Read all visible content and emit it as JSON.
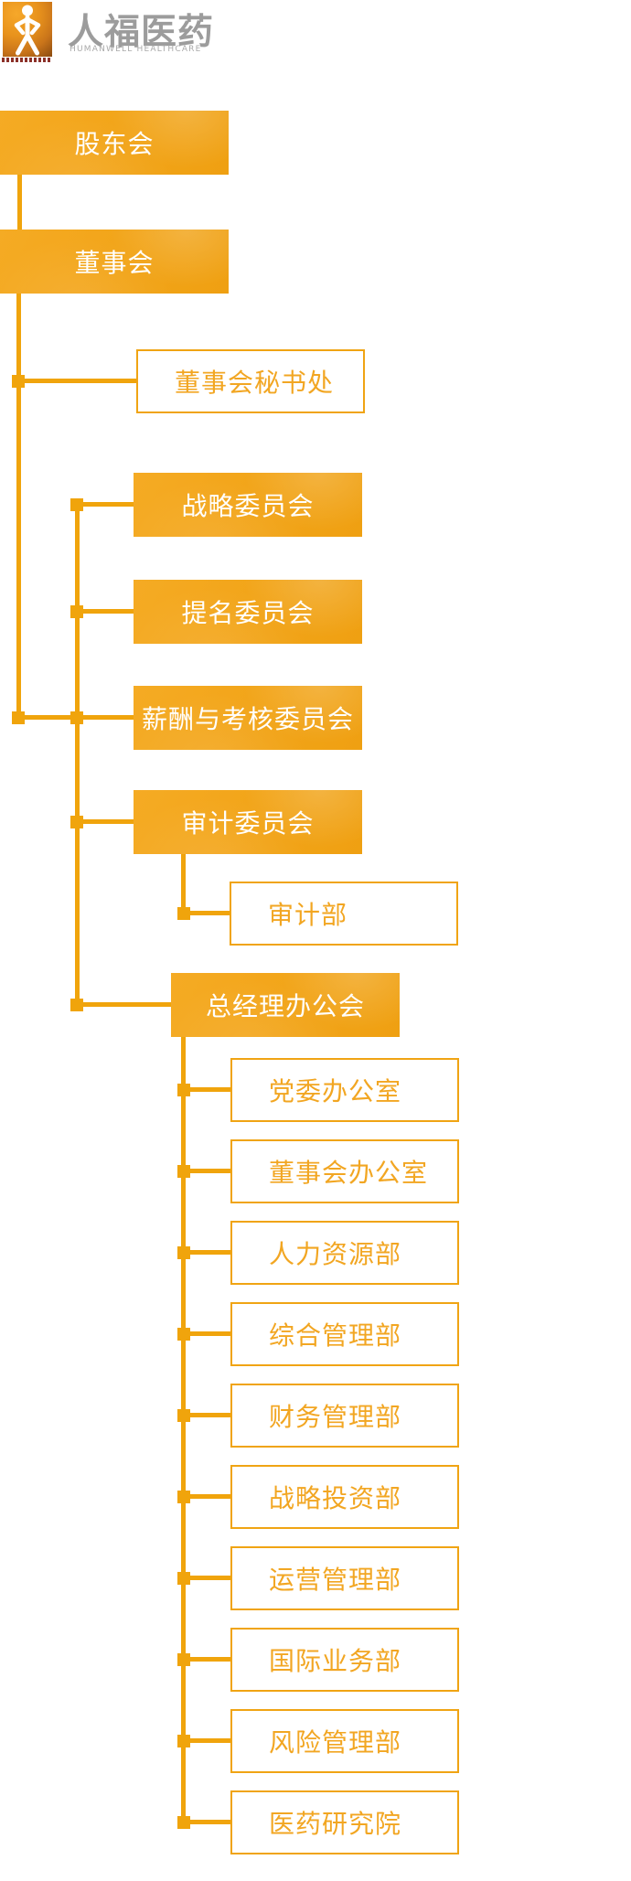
{
  "logo": {
    "icon": "person-icon",
    "brand_cn": "人福医药",
    "brand_en": "HUMANWELL HEALTHCARE"
  },
  "colors": {
    "accent": "#F0A40C",
    "filled_box_gradient_start": "#F5AB24",
    "filled_box_gradient_end": "#EFA012",
    "filled_box_text": "#FFFFFF",
    "outlined_box_border": "#F0A413",
    "outlined_box_text": "#F2A622",
    "brand_text_gray": "#9C9C9C",
    "logo_caption_red": "#8B3028"
  },
  "org_chart": {
    "boxes": [
      {
        "id": "shareholders",
        "label": "股东会",
        "style": "filled",
        "parent": null
      },
      {
        "id": "board",
        "label": "董事会",
        "style": "filled",
        "parent": "shareholders"
      },
      {
        "id": "board-secretariat",
        "label": "董事会秘书处",
        "style": "outlined",
        "parent": "board"
      },
      {
        "id": "strategy-committee",
        "label": "战略委员会",
        "style": "filled",
        "parent": "board"
      },
      {
        "id": "nomination-committee",
        "label": "提名委员会",
        "style": "filled",
        "parent": "board"
      },
      {
        "id": "remuneration-committee",
        "label": "薪酬与考核委员会",
        "style": "filled",
        "parent": "board"
      },
      {
        "id": "audit-committee",
        "label": "审计委员会",
        "style": "filled",
        "parent": "board"
      },
      {
        "id": "audit-dept",
        "label": "审计部",
        "style": "outlined",
        "parent": "audit-committee"
      },
      {
        "id": "gm-office-meeting",
        "label": "总经理办公会",
        "style": "filled",
        "parent": "board"
      },
      {
        "id": "party-office",
        "label": "党委办公室",
        "style": "outlined",
        "parent": "gm-office-meeting"
      },
      {
        "id": "board-office",
        "label": "董事会办公室",
        "style": "outlined",
        "parent": "gm-office-meeting"
      },
      {
        "id": "hr-dept",
        "label": "人力资源部",
        "style": "outlined",
        "parent": "gm-office-meeting"
      },
      {
        "id": "general-admin-dept",
        "label": "综合管理部",
        "style": "outlined",
        "parent": "gm-office-meeting"
      },
      {
        "id": "finance-dept",
        "label": "财务管理部",
        "style": "outlined",
        "parent": "gm-office-meeting"
      },
      {
        "id": "strategic-investment-dept",
        "label": "战略投资部",
        "style": "outlined",
        "parent": "gm-office-meeting"
      },
      {
        "id": "operations-dept",
        "label": "运营管理部",
        "style": "outlined",
        "parent": "gm-office-meeting"
      },
      {
        "id": "international-dept",
        "label": "国际业务部",
        "style": "outlined",
        "parent": "gm-office-meeting"
      },
      {
        "id": "risk-dept",
        "label": "风险管理部",
        "style": "outlined",
        "parent": "gm-office-meeting"
      },
      {
        "id": "pharma-research-institute",
        "label": "医药研究院",
        "style": "outlined",
        "parent": "gm-office-meeting"
      }
    ]
  }
}
